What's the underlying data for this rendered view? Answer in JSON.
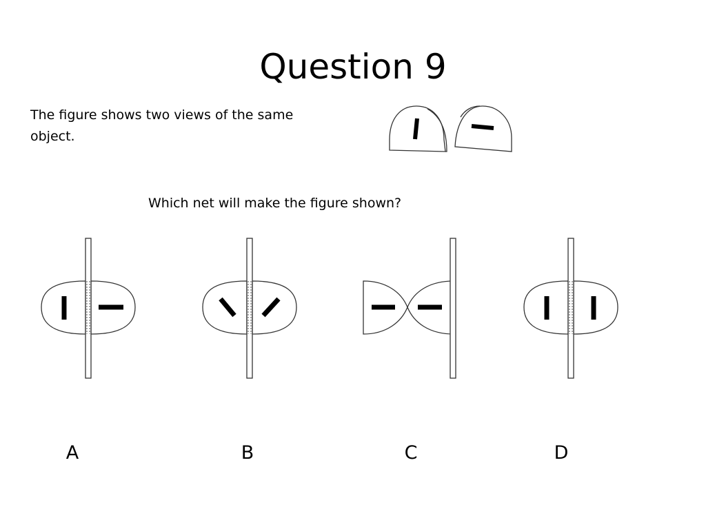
{
  "slide": {
    "title": "Question 9",
    "intro": "The figure shows two views of the same object.",
    "question": "Which net will make the figure shown?"
  },
  "options": [
    {
      "label": "A"
    },
    {
      "label": "B"
    },
    {
      "label": "C"
    },
    {
      "label": "D"
    }
  ],
  "colors": {
    "stroke": "#333333",
    "mark": "#000000",
    "background": "#ffffff"
  }
}
